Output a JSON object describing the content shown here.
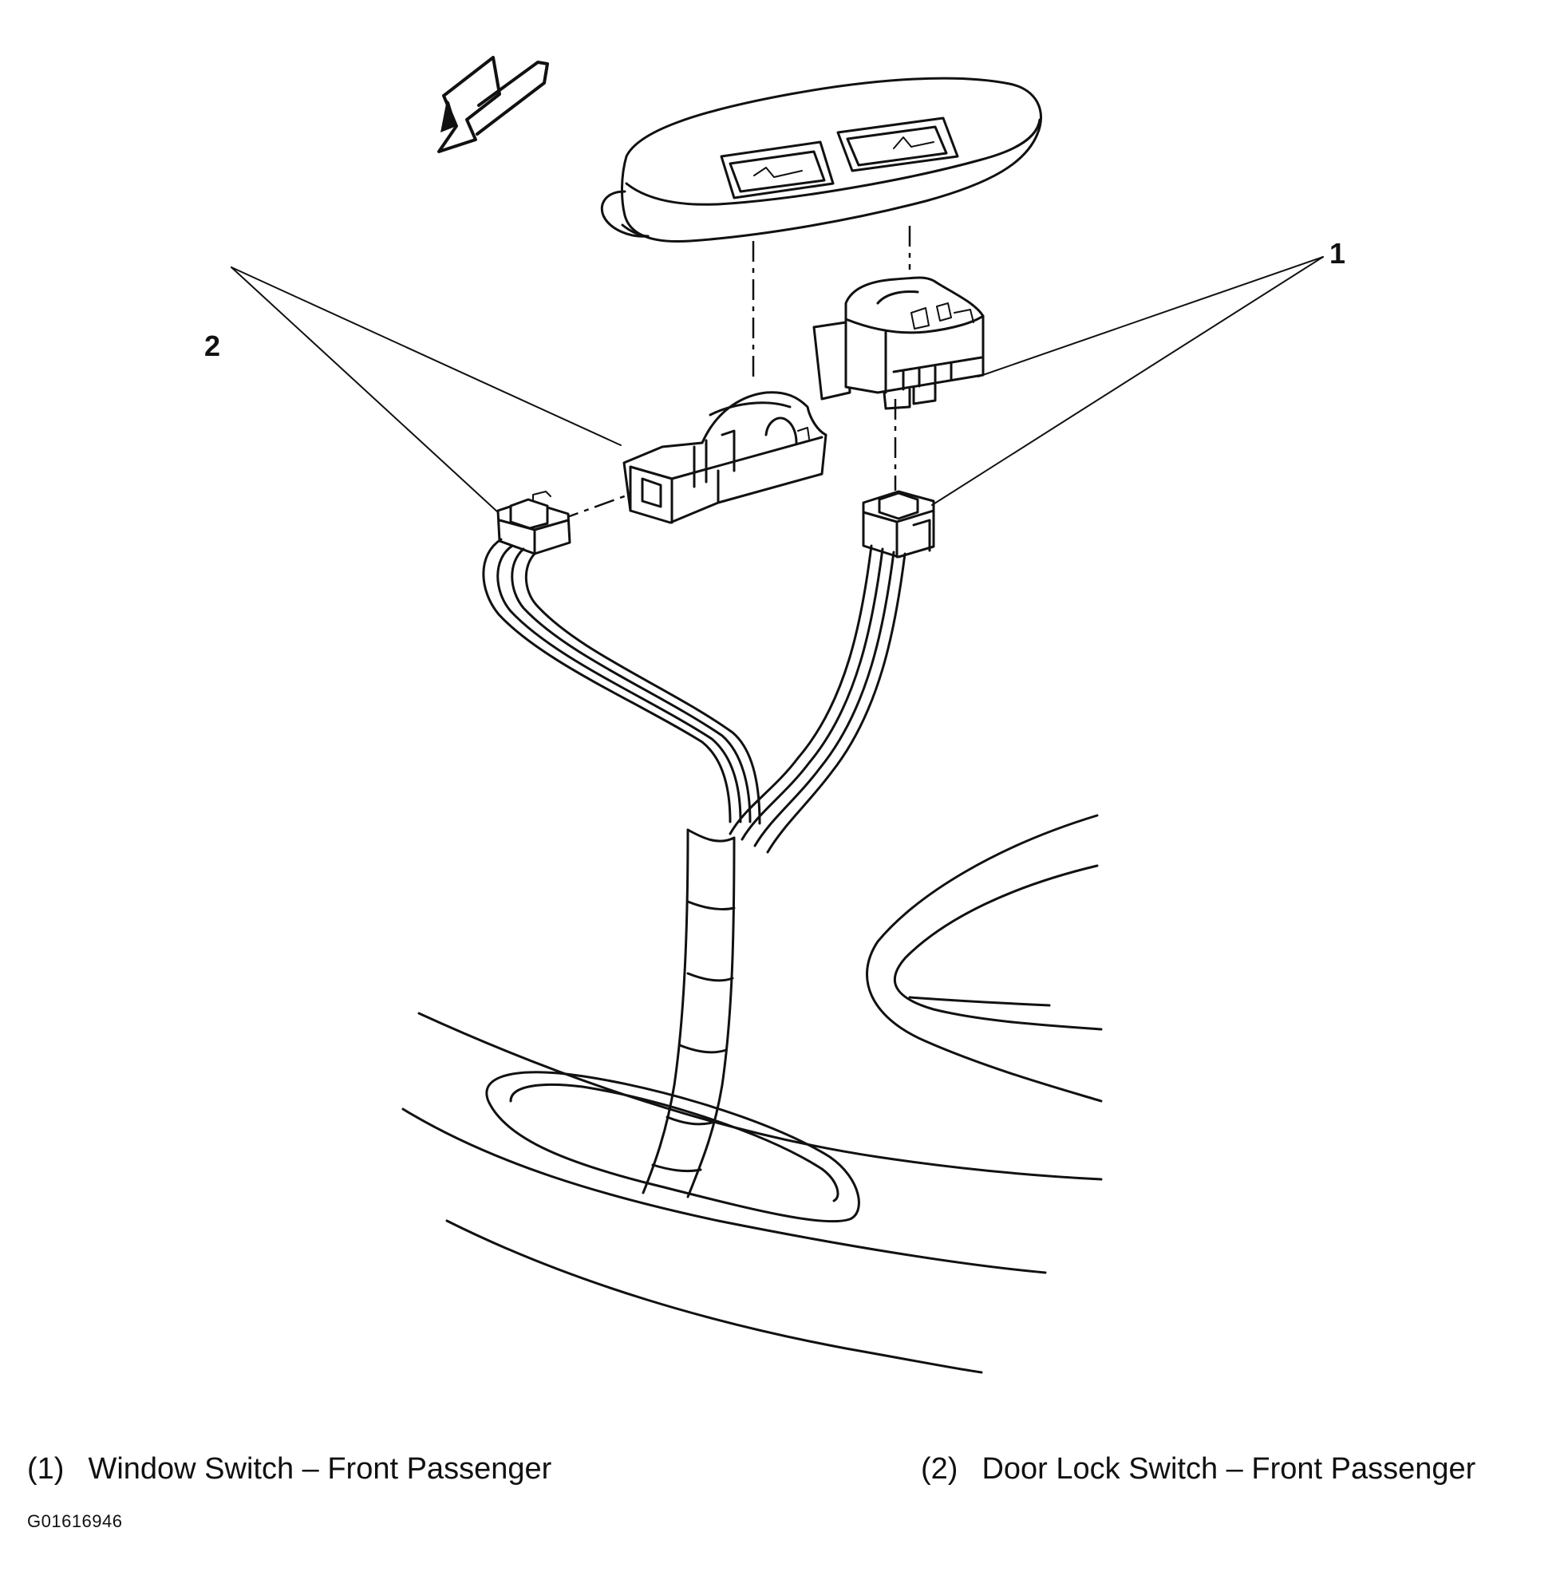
{
  "callouts": [
    {
      "id": "1",
      "label": "1"
    },
    {
      "id": "2",
      "label": "2"
    }
  ],
  "legend": [
    {
      "number": "(1)",
      "text": "Window Switch – Front Passenger"
    },
    {
      "number": "(2)",
      "text": "Door Lock Switch – Front Passenger"
    }
  ],
  "figure_id": "G01616946",
  "icons": [
    "direction-arrow-icon"
  ]
}
